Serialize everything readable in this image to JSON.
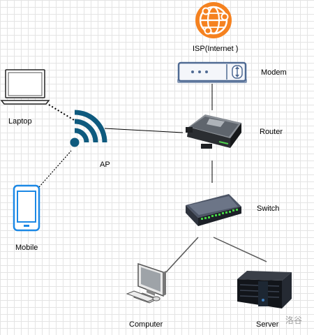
{
  "nodes": {
    "isp": {
      "label": "ISP(Internet )",
      "icon": "globe-network-icon",
      "color": "#f58220"
    },
    "modem": {
      "label": "Modem",
      "icon": "modem-icon",
      "color": "#4f6a93"
    },
    "router": {
      "label": "Router",
      "icon": "router-icon"
    },
    "ap": {
      "label": "AP",
      "icon": "wifi-icon",
      "color": "#0e5a7e"
    },
    "laptop": {
      "label": "Laptop",
      "icon": "laptop-icon"
    },
    "mobile": {
      "label": "Mobile",
      "icon": "mobile-phone-icon",
      "color": "#1c88e5"
    },
    "switch": {
      "label": "Switch",
      "icon": "network-switch-icon"
    },
    "computer": {
      "label": "Computer",
      "icon": "desktop-computer-icon"
    },
    "server": {
      "label": "Server",
      "icon": "server-icon"
    }
  },
  "connections": [
    {
      "from": "modem",
      "to": "router",
      "style": "solid"
    },
    {
      "from": "router",
      "to": "switch",
      "style": "solid"
    },
    {
      "from": "ap",
      "to": "router",
      "style": "solid"
    },
    {
      "from": "laptop",
      "to": "ap",
      "style": "dotted"
    },
    {
      "from": "mobile",
      "to": "ap",
      "style": "dotted"
    },
    {
      "from": "switch",
      "to": "computer",
      "style": "solid"
    },
    {
      "from": "switch",
      "to": "server",
      "style": "solid"
    }
  ],
  "watermark": "洛谷"
}
